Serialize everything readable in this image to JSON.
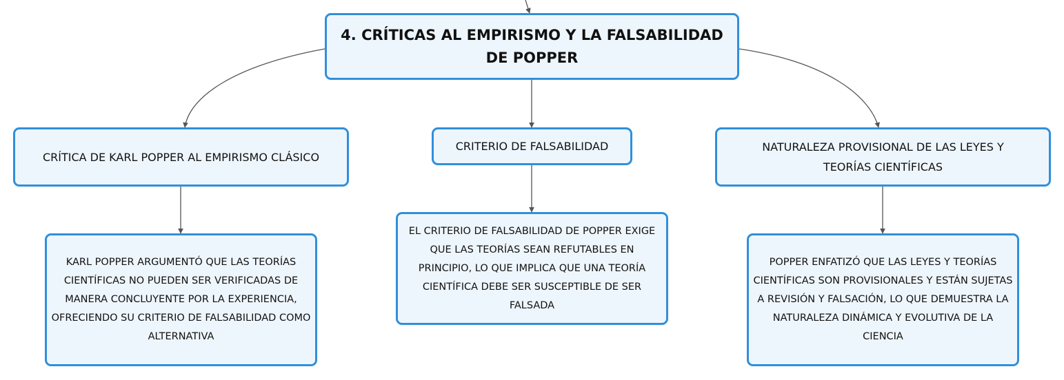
{
  "diagram": {
    "root": {
      "label": "4. CRÍTICAS AL EMPIRISMO Y LA FALSABILIDAD DE POPPER"
    },
    "branches": [
      {
        "label": "CRÍTICA DE KARL POPPER AL EMPIRISMO CLÁSICO",
        "detail": "KARL POPPER ARGUMENTÓ QUE LAS TEORÍAS CIENTÍFICAS NO PUEDEN SER VERIFICADAS DE MANERA CONCLUYENTE POR LA EXPERIENCIA, OFRECIENDO SU CRITERIO DE FALSABILIDAD COMO ALTERNATIVA"
      },
      {
        "label": "CRITERIO DE FALSABILIDAD",
        "detail": "EL CRITERIO DE FALSABILIDAD DE POPPER EXIGE QUE LAS TEORÍAS SEAN REFUTABLES EN PRINCIPIO, LO QUE IMPLICA QUE UNA TEORÍA CIENTÍFICA DEBE SER SUSCEPTIBLE DE SER FALSADA"
      },
      {
        "label": "NATURALEZA PROVISIONAL DE LAS LEYES Y TEORÍAS CIENTÍFICAS",
        "detail": "POPPER ENFATIZÓ QUE LAS LEYES Y TEORÍAS CIENTÍFICAS SON PROVISIONALES Y ESTÁN SUJETAS A REVISIÓN Y FALSACIÓN, LO QUE DEMUESTRA LA NATURALEZA DINÁMICA Y EVOLUTIVA DE LA CIENCIA"
      }
    ]
  },
  "colors": {
    "node_border": "#2f8fdb",
    "node_fill": "#eef6fd",
    "connector": "#555555",
    "text": "#111111"
  }
}
